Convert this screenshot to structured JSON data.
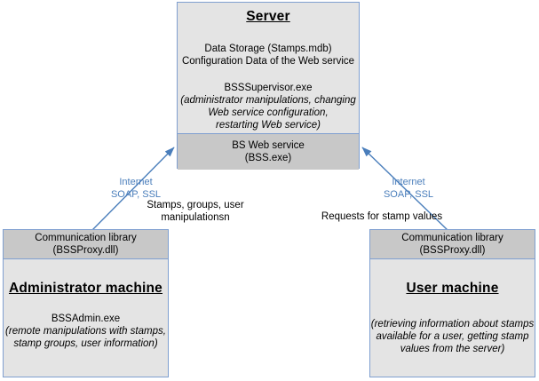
{
  "diagram": {
    "title_icon": "architecture-diagram",
    "server": {
      "title": "Server",
      "storage_line_1": "Data Storage (Stamps.mdb)",
      "storage_line_2": "Configuration Data of the Web service",
      "supervisor_name": "BSSSupervisor.exe",
      "supervisor_desc_1": "(administrator manipulations, changing",
      "supervisor_desc_2": "Web service configuration,",
      "supervisor_desc_3": "restarting Web service)",
      "webservice_line_1": "BS Web service",
      "webservice_line_2": "(BSS.exe)"
    },
    "admin_machine": {
      "library_line_1": "Communication library",
      "library_line_2": "(BSSProxy.dll)",
      "title": "Administrator machine",
      "exe_name": "BSSAdmin.exe",
      "desc_1": "(remote manipulations with stamps,",
      "desc_2": "stamp groups, user information)"
    },
    "user_machine": {
      "library_line_1": "Communication library",
      "library_line_2": "(BSSProxy.dll)",
      "title": "User machine",
      "desc_1": "(retrieving information about stamps",
      "desc_2": "available for a user, getting stamp",
      "desc_3": "values from the server)"
    },
    "connections": {
      "left": {
        "protocol_line_1": "Internet",
        "protocol_line_2": "SOAP, SSL",
        "payload_line_1": "Stamps, groups, user",
        "payload_line_2": "manipulationsn"
      },
      "right": {
        "protocol_line_1": "Internet",
        "protocol_line_2": "SOAP, SSL",
        "payload_line_1": "Requests for stamp values"
      }
    },
    "colors": {
      "border": "#7f9fd0",
      "fill_light": "#e4e4e4",
      "fill_dark": "#c8c8c8",
      "arrow": "#4a7ebb",
      "label_blue": "#4a7ebb"
    }
  }
}
